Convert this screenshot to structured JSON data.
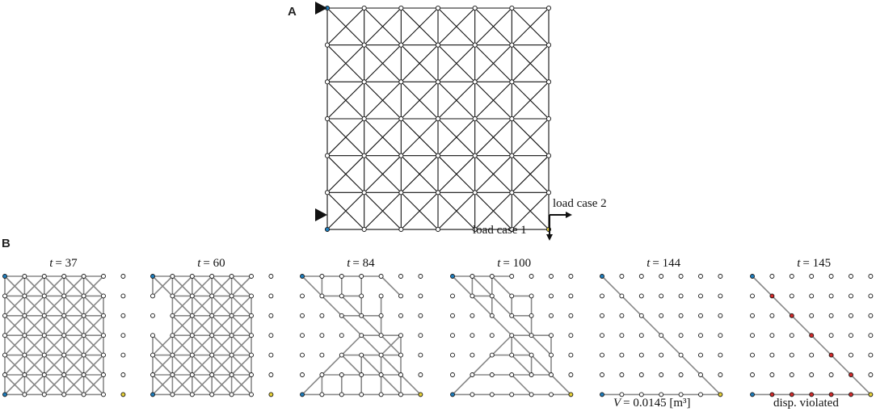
{
  "panels": {
    "a": {
      "letter": "A",
      "load_case_1": "load case 1",
      "load_case_2": "load case 2"
    },
    "b": {
      "letter": "B"
    }
  },
  "frames": [
    {
      "t_symbol": "t",
      "t_value": "= 37",
      "caption": ""
    },
    {
      "t_symbol": "t",
      "t_value": "= 60",
      "caption": ""
    },
    {
      "t_symbol": "t",
      "t_value": "= 84",
      "caption": ""
    },
    {
      "t_symbol": "t",
      "t_value": "= 100",
      "caption": ""
    },
    {
      "t_symbol": "t",
      "t_value": "= 144",
      "caption_symbol": "V",
      "caption": "= 0.0145 [m³]"
    },
    {
      "t_symbol": "t",
      "t_value": "= 145",
      "caption": "disp. violated"
    }
  ],
  "colors": {
    "support_node": "#1f7fbf",
    "load_node": "#e8d23a",
    "violated_node": "#d42a2a",
    "member_main": "#000000",
    "member_sub": "#888888"
  }
}
